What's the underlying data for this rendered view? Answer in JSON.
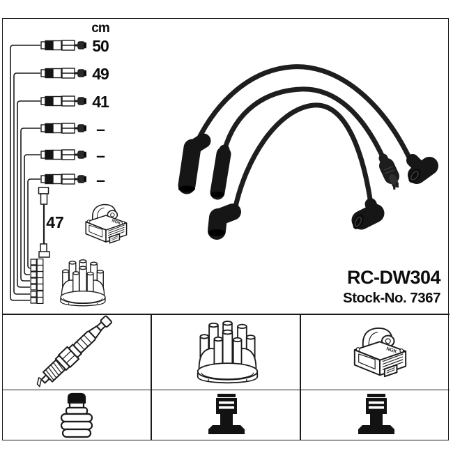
{
  "product": {
    "part_number": "RC-DW304",
    "stock_number": "Stock-No. 7367",
    "coil_logo": "NGK"
  },
  "measurements": {
    "unit_header": "cm",
    "cable_lengths": [
      "50",
      "49",
      "41",
      "–",
      "–",
      "–"
    ],
    "coil_wire_length": "47"
  },
  "legend": {
    "row1": [
      "spark-plug",
      "distributor-cap",
      "ignition-coil"
    ],
    "row2": [
      "plug-boot",
      "terminal",
      "terminal"
    ]
  },
  "colors": {
    "line_art": "#1a1a1a",
    "photo_black": "#161616",
    "background": "#ffffff"
  }
}
